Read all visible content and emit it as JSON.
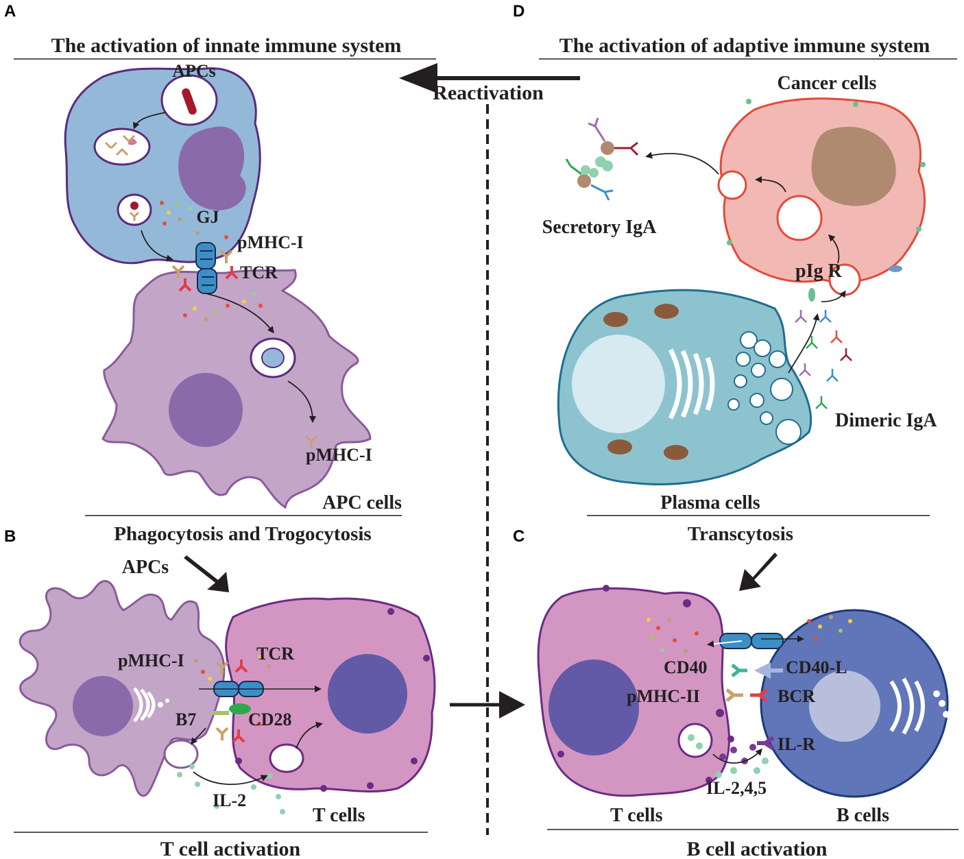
{
  "panels": {
    "a": "A",
    "b": "B",
    "c": "C",
    "d": "D"
  },
  "titles": {
    "innate": "The activation of innate immune system",
    "adaptive": "The activation of adaptive immune system",
    "phago": "Phagocytosis and Trogocytosis",
    "tcell_activation": "T cell activation",
    "transcytosis": "Transcytosis",
    "bcell_activation": "B cell activation",
    "reactivation": "Reactivation"
  },
  "labels_a": {
    "apcs": "APCs",
    "gj": "GJ",
    "pmhc1_top": "pMHC-I",
    "tcr": "TCR",
    "pmhc1_bottom": "pMHC-I",
    "apc_cells": "APC cells"
  },
  "labels_b": {
    "apcs": "APCs",
    "pmhc1": "pMHC-I",
    "tcr": "TCR",
    "b7": "B7",
    "cd28": "CD28",
    "il2": "IL-2",
    "t_cells": "T cells"
  },
  "labels_c": {
    "cd40": "CD40",
    "cd40l": "CD40-L",
    "pmhc2": "pMHC-II",
    "bcr": "BCR",
    "ilr": "IL-R",
    "il245": "IL-2,4,5",
    "t_cells": "T cells",
    "b_cells": "B cells"
  },
  "labels_d": {
    "cancer_cells": "Cancer cells",
    "secretory_iga": "Secretory IgA",
    "pigr": "pIg R",
    "dimeric_iga": "Dimeric IgA",
    "plasma_cells": "Plasma cells"
  },
  "colors": {
    "apc_blue": "#94b9d8",
    "apc_purple": "#c3a5c8",
    "nucleus_purple": "#8a6aaa",
    "tcell_pink": "#d396c2",
    "tcell_nucleus": "#625aa6",
    "bcell_blue": "#6176b8",
    "plasma_teal": "#8cc3cf",
    "cancer_pink": "#f2b9b4",
    "cancer_nucleus": "#b08a70"
  }
}
